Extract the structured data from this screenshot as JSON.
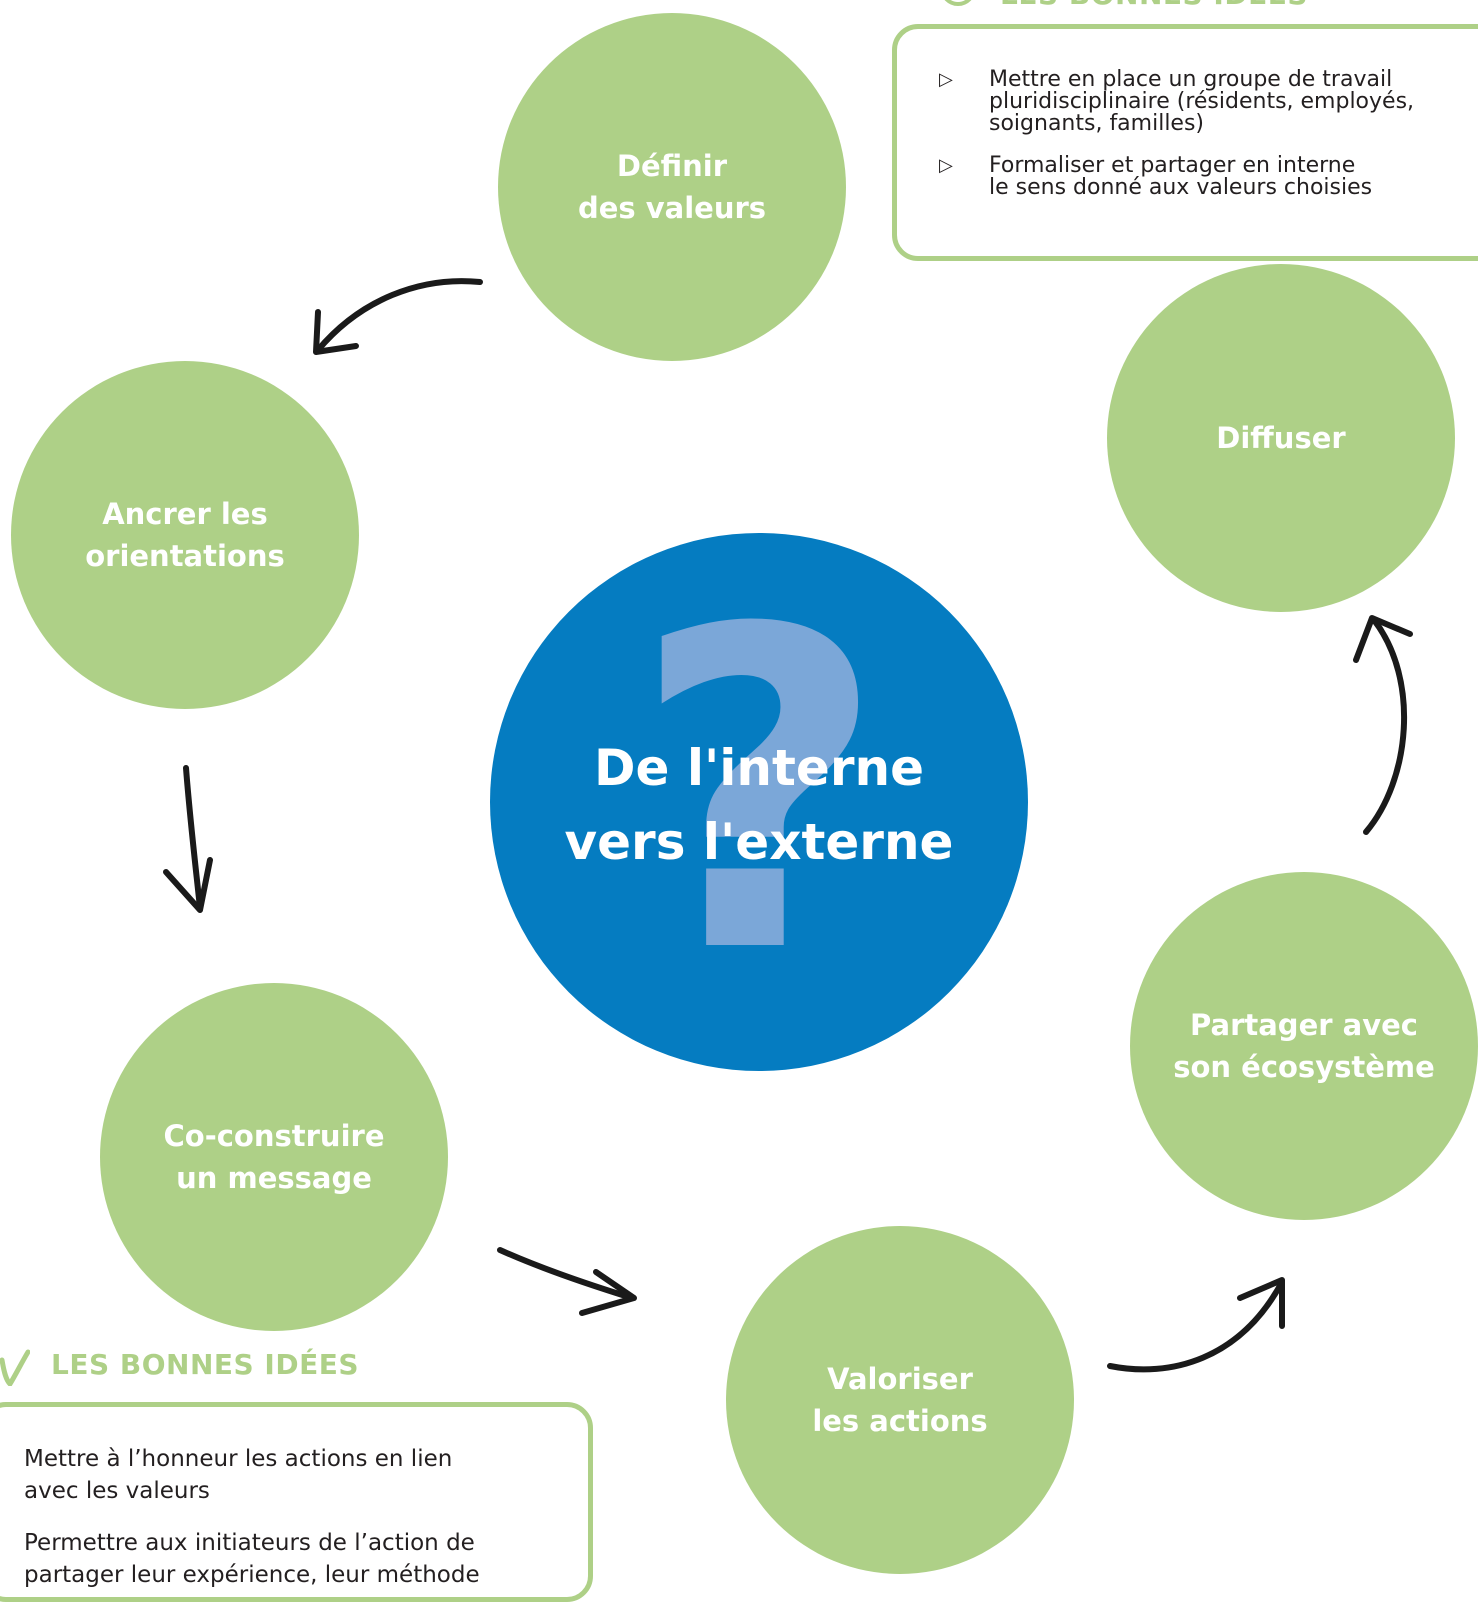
{
  "center": {
    "title": "De l'interne\nvers l'externe",
    "icon": "question-mark-icon"
  },
  "steps": [
    {
      "id": "definir",
      "label": "Définir\ndes valeurs"
    },
    {
      "id": "ancrer",
      "label": "Ancrer les\norientations"
    },
    {
      "id": "coconstruire",
      "label": "Co-construire\nun message"
    },
    {
      "id": "valoriser",
      "label": "Valoriser\nles actions"
    },
    {
      "id": "partager",
      "label": "Partager avec\nson écosystème"
    },
    {
      "id": "diffuser",
      "label": "Diffuser"
    }
  ],
  "ideas_top": {
    "title": "LES BONNES IDÉES",
    "items": [
      "Mettre en place un groupe de travail\npluridisciplinaire  (résidents, employés,\nsoignants, familles)",
      "Formaliser et partager en interne\nle sens donné aux valeurs choisies"
    ],
    "bullet": "▷"
  },
  "ideas_bottom": {
    "title": "LES BONNES IDÉES",
    "items": [
      "Mettre à l’honneur les actions en lien\navec les valeurs",
      "Permettre aux initiateurs de l’action de\npartager leur expérience, leur méthode"
    ]
  },
  "colors": {
    "green": "#aed087",
    "blue": "#057cc1",
    "light_blue": "#7ba7d8",
    "text": "#231f20"
  }
}
